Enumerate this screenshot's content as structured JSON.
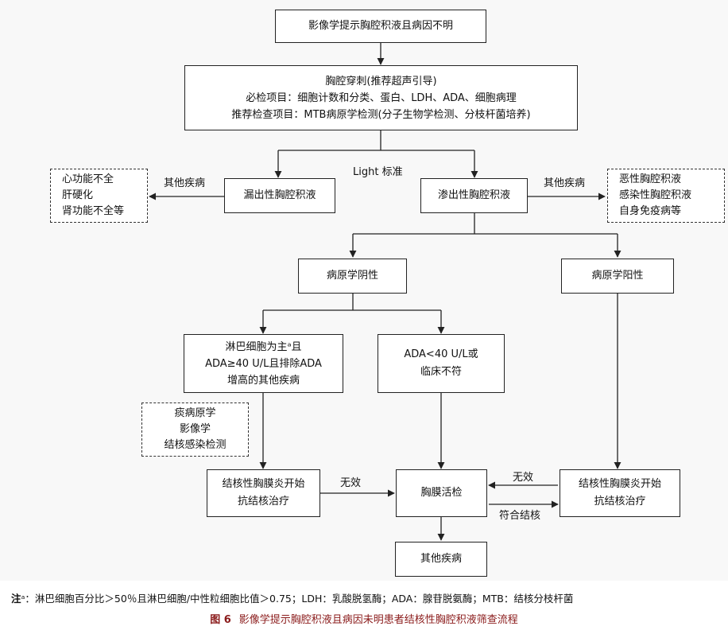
{
  "nodes": {
    "start": "影像学提示胸腔积液且病因不明",
    "thoracentesis": [
      "胸腔穿刺(推荐超声引导)",
      "必检项目：细胞计数和分类、蛋白、LDH、ADA、细胞病理",
      "推荐检查项目：MTB病原学检测(分子生物学检测、分枝杆菌培养)"
    ],
    "transudate": "漏出性胸腔积液",
    "exudate": "渗出性胸腔积液",
    "transudate_causes": [
      "心功能不全",
      "肝硬化",
      "肾功能不全等"
    ],
    "exudate_causes": [
      "恶性胸腔积液",
      "感染性胸腔积液",
      "自身免疫病等"
    ],
    "pathogen_negative": "病原学阴性",
    "pathogen_positive": "病原学阳性",
    "lymph_dominant": [
      "淋巴细胞为主ᵃ且",
      "ADA≥40 U/L且排除ADA",
      "增高的其他疾病"
    ],
    "ada_low": [
      "ADA<40 U/L或",
      "临床不符"
    ],
    "supporting_evidence": [
      "痰病原学",
      "影像学",
      "结核感染检测"
    ],
    "tb_treatment_left": [
      "结核性胸膜炎开始",
      "抗结核治疗"
    ],
    "pleural_biopsy": "胸膜活检",
    "tb_treatment_right": [
      "结核性胸膜炎开始",
      "抗结核治疗"
    ],
    "other_disease": "其他疾病"
  },
  "edge_labels": {
    "light": "Light 标准",
    "other_left": "其他疾病",
    "other_right": "其他疾病",
    "invalid_left": "无效",
    "invalid_right": "无效",
    "consistent_tb": "符合结核"
  },
  "footnote": {
    "prefix": "注",
    "text": "ᵃ：淋巴细胞百分比＞50％且淋巴细胞/中性粒细胞比值＞0.75；LDH：乳酸脱氢酶；ADA：腺苷脱氨酶；MTB：结核分枝杆菌"
  },
  "caption": {
    "label": "图 6",
    "title": "影像学提示胸腔积液且病因未明患者结核性胸腔积液筛查流程"
  }
}
